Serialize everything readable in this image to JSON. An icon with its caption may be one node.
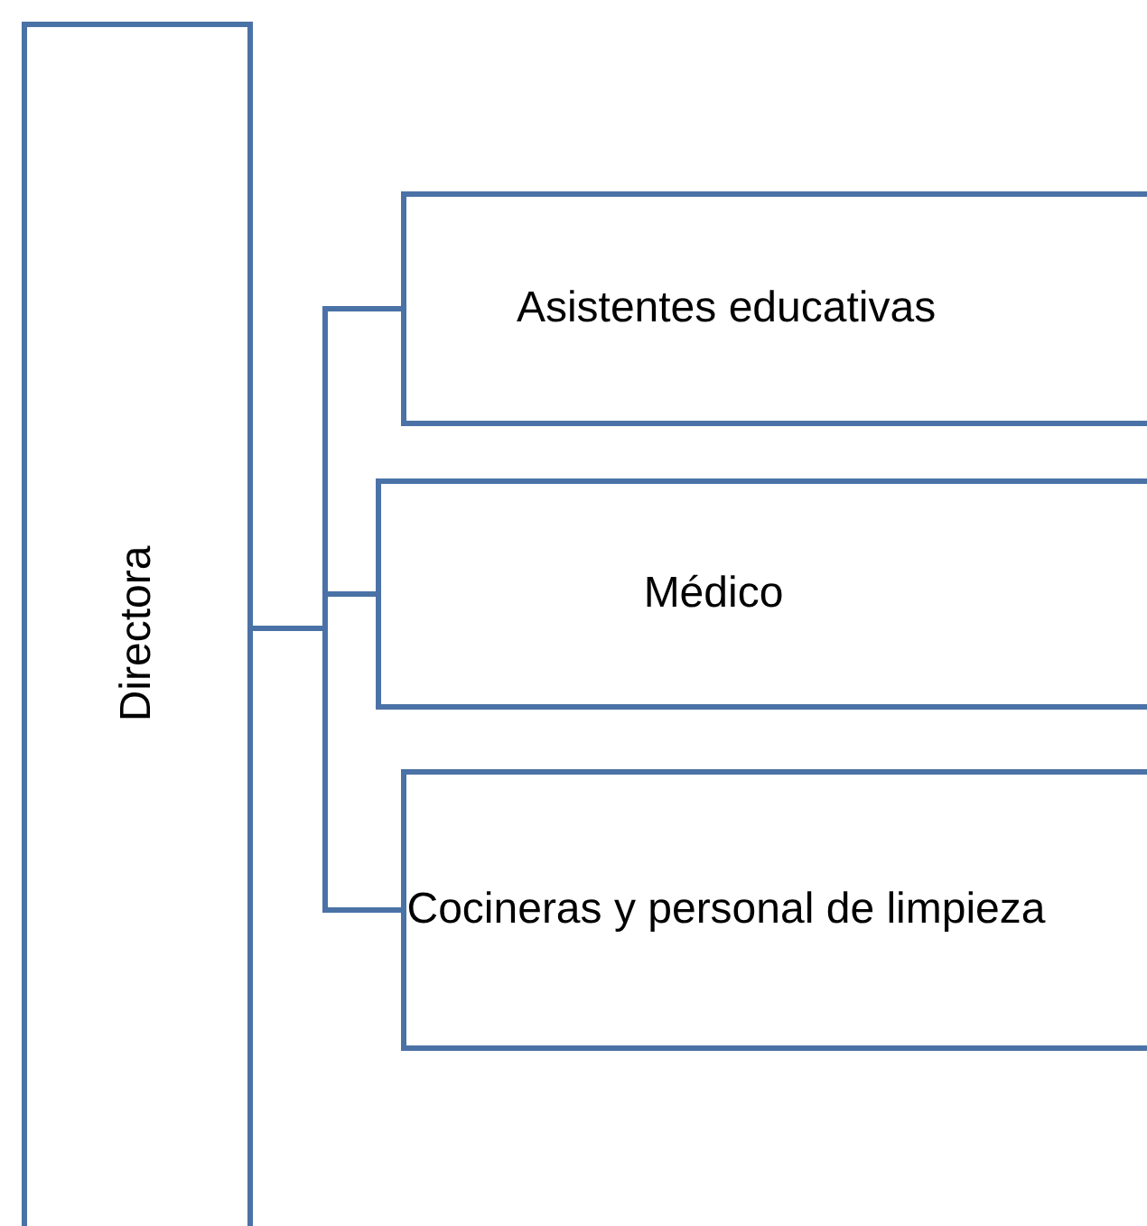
{
  "diagram": {
    "nodes": [
      {
        "text": [
          "Directora"
        ]
      },
      {
        "text": [
          "Asistentes educativas"
        ]
      },
      {
        "text": [
          "Médico"
        ]
      },
      {
        "text": [
          "Cocineras y personal de limpieza"
        ]
      }
    ],
    "edges": [
      {
        "from": 0,
        "to": 1,
        "arrow": "none"
      },
      {
        "from": 0,
        "to": 2,
        "arrow": "none"
      },
      {
        "from": 0,
        "to": 3,
        "arrow": "none"
      }
    ]
  }
}
